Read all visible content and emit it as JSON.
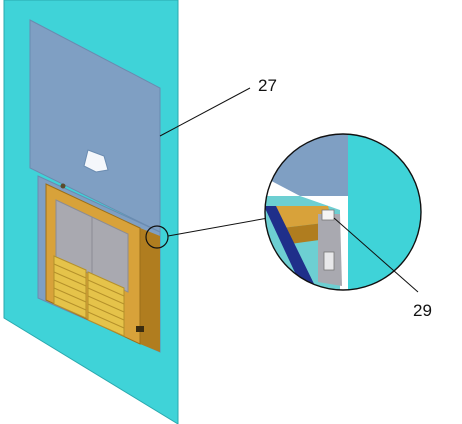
{
  "figure": {
    "callouts": [
      {
        "id": "c27",
        "label": "27"
      },
      {
        "id": "c29",
        "label": "29"
      }
    ]
  },
  "colors": {
    "wall": "#3fd3d8",
    "wall_edge": "#2aa9ae",
    "panel": "#7f9fc3",
    "panel_dark": "#6a8bb0",
    "frame": "#d8a23a",
    "frame_dark": "#b07d1f",
    "grille": "#e5c34a",
    "window": "#a9a9b0",
    "line": "#111111"
  }
}
